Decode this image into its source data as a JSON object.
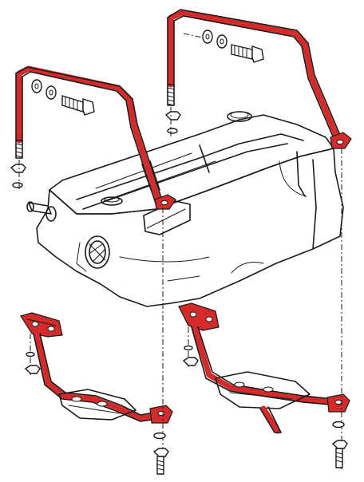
{
  "diagram": {
    "highlight_color": "#d42a2a",
    "line_color": "#1a1a1a",
    "background": "#ffffff",
    "parts": [
      "fuel-tank",
      "front-strap",
      "rear-strap",
      "front-bracket",
      "rear-bracket"
    ]
  }
}
